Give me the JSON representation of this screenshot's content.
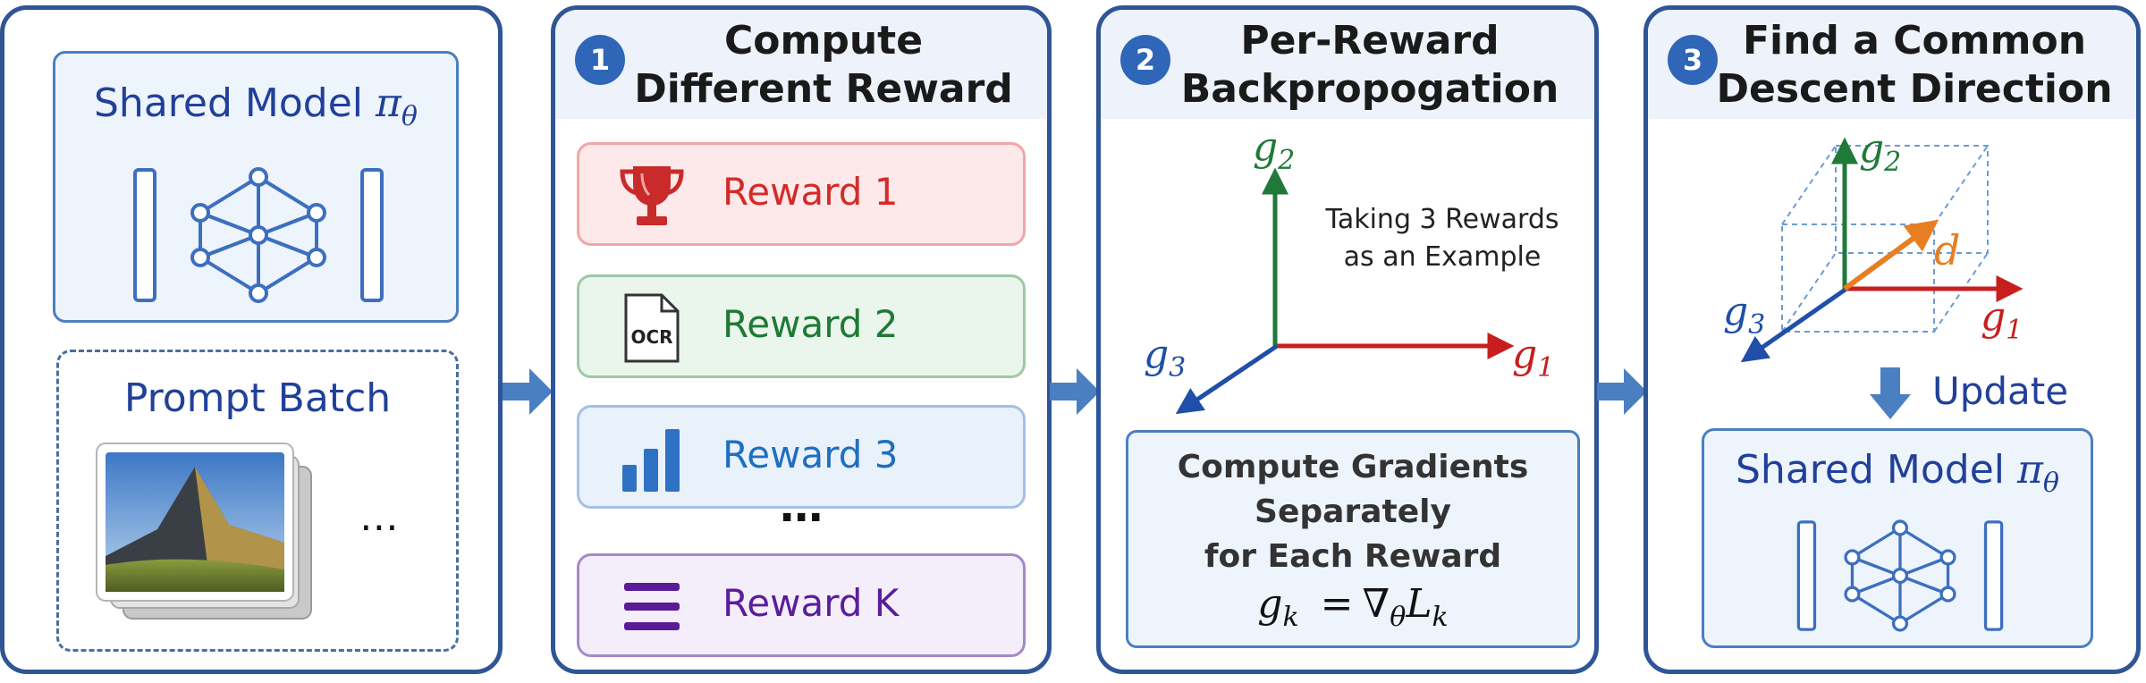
{
  "left_panel": {
    "model_title": "Shared Model",
    "model_symbol": "π",
    "model_subscript": "θ",
    "prompt_batch_label": "Prompt Batch",
    "ellipsis": "⋯"
  },
  "panel1": {
    "badge": "1",
    "title_line1": "Compute",
    "title_line2": "Different Reward",
    "rewards": [
      {
        "label": "Reward 1",
        "icon": "trophy-icon",
        "color": "#d42a2a",
        "bg": "#fde9e9",
        "border": "#f0a7a7"
      },
      {
        "label": "Reward 2",
        "icon": "ocr-document-icon",
        "color": "#1e7a34",
        "bg": "#eaf5ec",
        "border": "#9ccaa6",
        "icon_text": "OCR"
      },
      {
        "label": "Reward 3",
        "icon": "bar-chart-icon",
        "color": "#1f6fc0",
        "bg": "#e9f1fb",
        "border": "#a3c0e6"
      },
      {
        "label": "Reward K",
        "icon": "menu-lines-icon",
        "color": "#5b1d9a",
        "bg": "#f3eefa",
        "border": "#a58ac8"
      }
    ],
    "ellipsis": "⋯"
  },
  "panel2": {
    "badge": "2",
    "title_line1": "Per-Reward",
    "title_line2": "Backpropogation",
    "note_line1": "Taking 3 Rewards",
    "note_line2": "as an Example",
    "axis_g1": "g",
    "axis_g1_sub": "1",
    "axis_g2": "g",
    "axis_g2_sub": "2",
    "axis_g3": "g",
    "axis_g3_sub": "3",
    "box_line1": "Compute Gradients",
    "box_line2": "Separately",
    "box_line3": "for Each Reward",
    "formula_lhs": "g",
    "formula_lhs_sub": "k",
    "formula_eq": "=",
    "formula_nabla": "∇",
    "formula_nabla_sub": "θ",
    "formula_L": "L",
    "formula_L_sub": "k"
  },
  "panel3": {
    "badge": "3",
    "title_line1": "Find a Common",
    "title_line2": "Descent Direction",
    "axis_g1": "g",
    "axis_g1_sub": "1",
    "axis_g2": "g",
    "axis_g2_sub": "2",
    "axis_g3": "g",
    "axis_g3_sub": "3",
    "axis_d": "d",
    "update_label": "Update",
    "model_title": "Shared Model",
    "model_symbol": "π",
    "model_subscript": "θ"
  },
  "colors": {
    "frame": "#2f5597",
    "g1": "#c81e1e",
    "g2": "#1f7a3a",
    "g3": "#1f4fa8",
    "d": "#e87e22",
    "arrow_fill": "#4a7fc1"
  }
}
